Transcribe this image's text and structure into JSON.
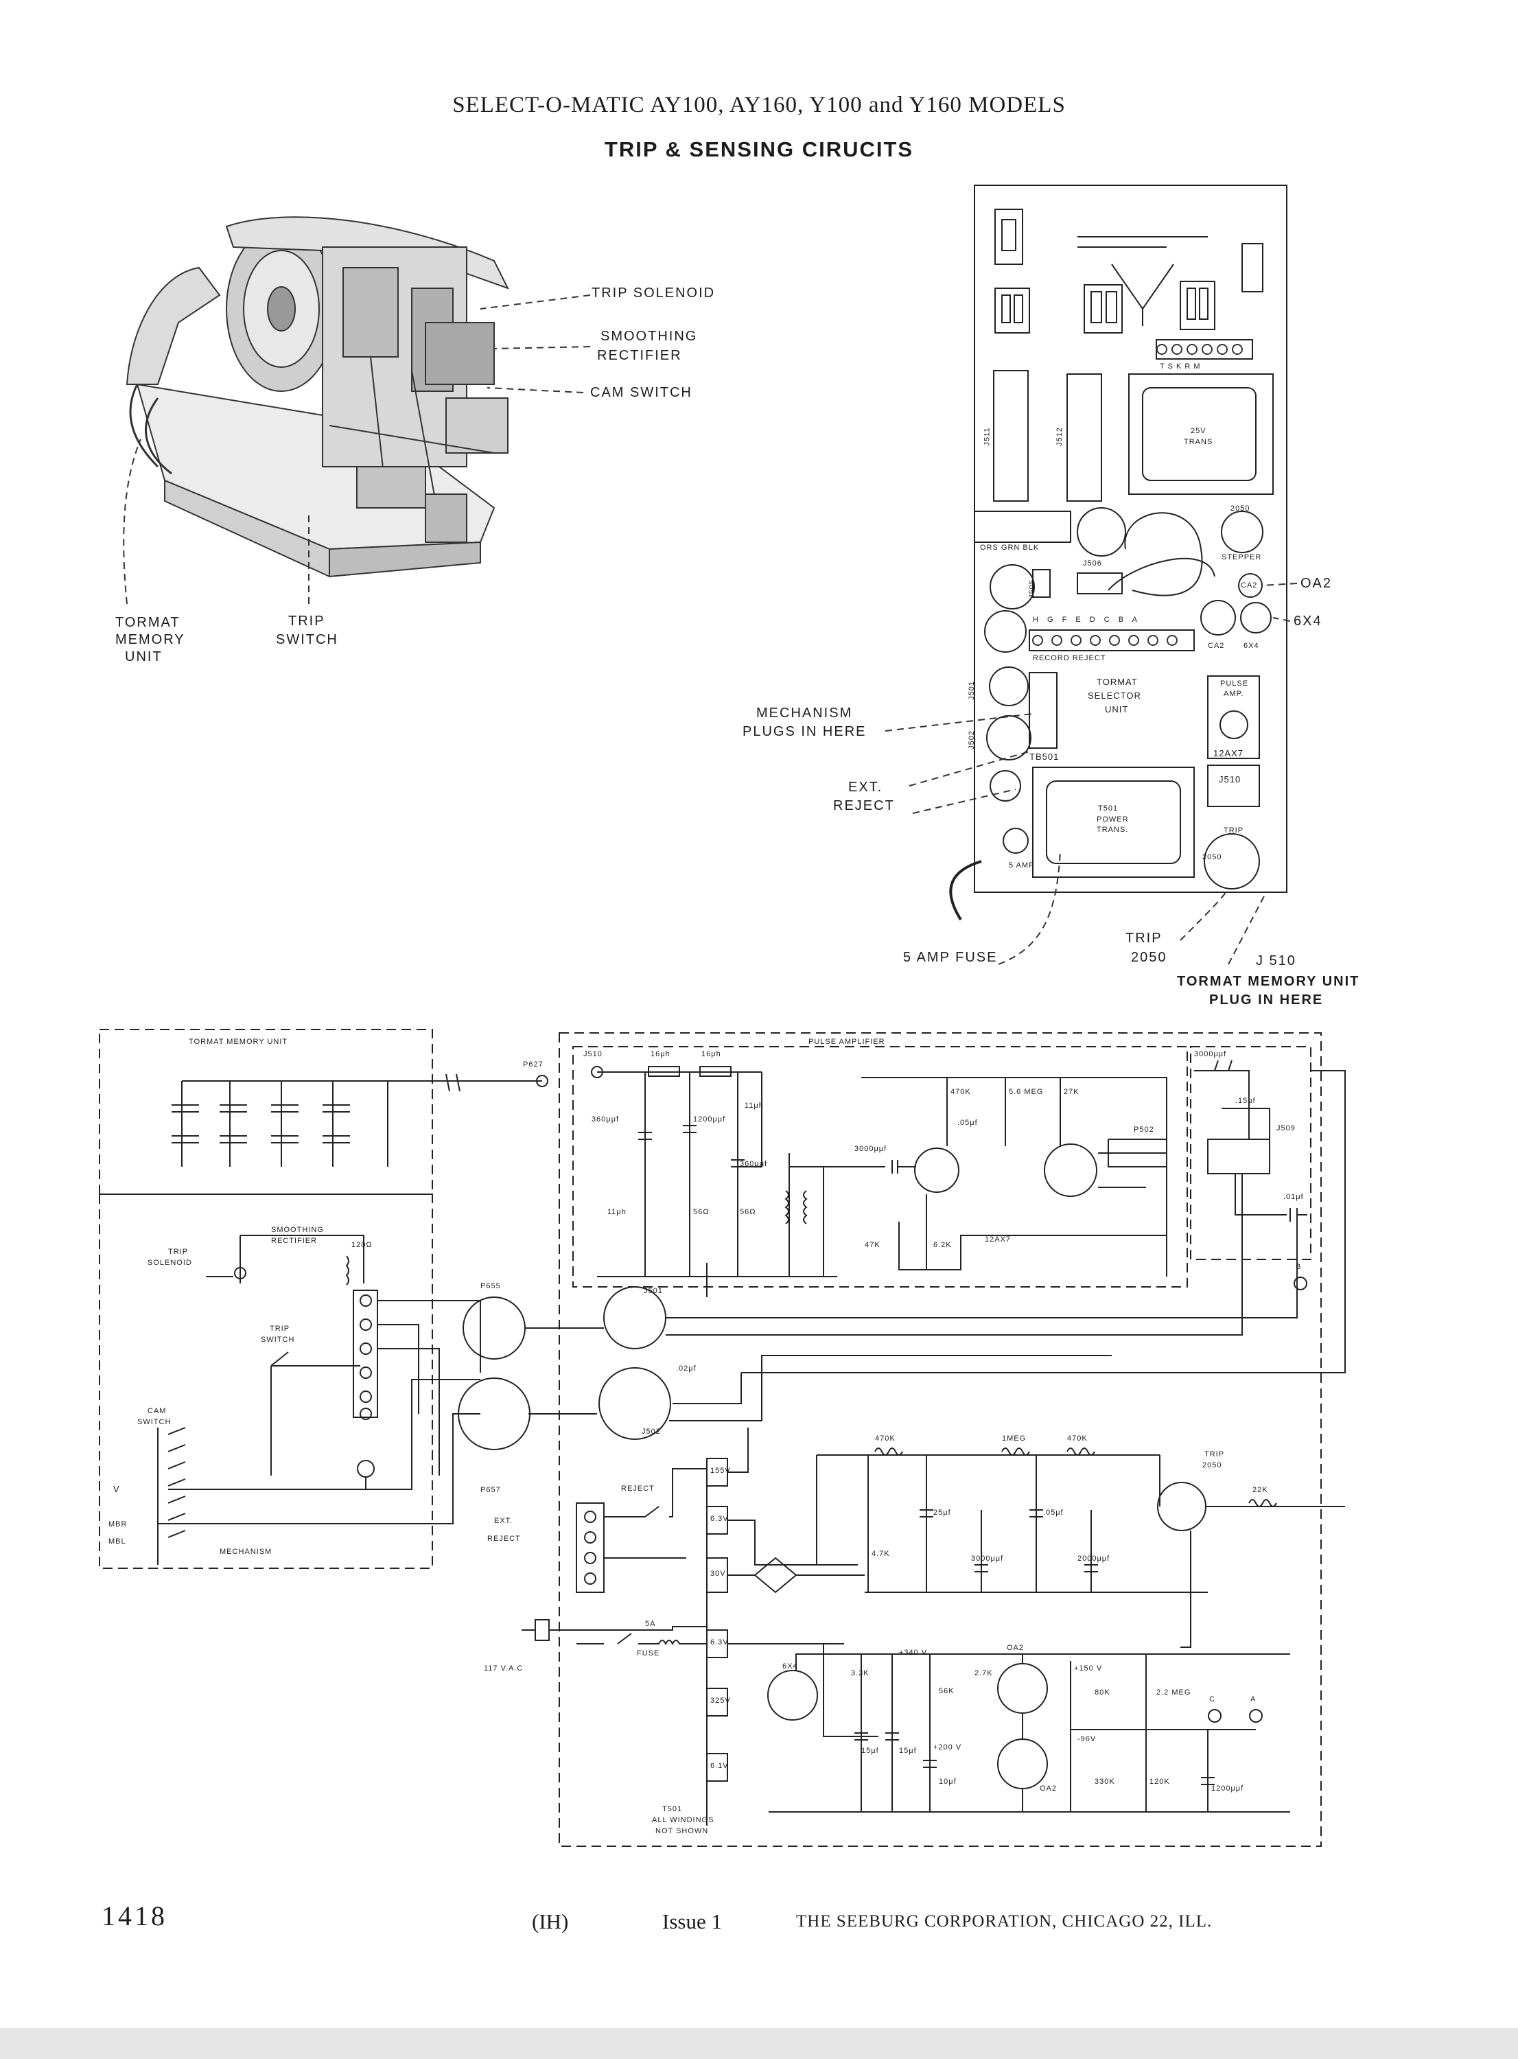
{
  "header": {
    "title": "SELECT-O-MATIC AY100, AY160, Y100 and Y160 MODELS",
    "subtitle": "TRIP & SENSING CIRUCITS"
  },
  "photo_callouts": {
    "trip_solenoid": "TRIP SOLENOID",
    "smoothing_rectifier_1": "SMOOTHING",
    "smoothing_rectifier_2": "RECTIFIER",
    "cam_switch": "CAM SWITCH",
    "tormat_1": "TORMAT",
    "tormat_2": "MEMORY",
    "tormat_3": "UNIT",
    "trip_switch_1": "TRIP",
    "trip_switch_2": "SWITCH"
  },
  "chassis_callouts": {
    "oa2": "OA2",
    "six_x4": "6X4",
    "mechanism_1": "MECHANISM",
    "mechanism_2": "PLUGS IN HERE",
    "ext": "EXT.",
    "reject": "REJECT",
    "fuse": "5 AMP FUSE",
    "trip": "TRIP",
    "trip_num": "2050",
    "j510": "J 510",
    "tormat_plug_1": "TORMAT MEMORY UNIT",
    "tormat_plug_2": "PLUG IN HERE"
  },
  "chassis_labels": {
    "terminal_letters": "T S K R M",
    "j511": "J511",
    "j512": "J512",
    "trans25": "25V",
    "trans25b": "TRANS",
    "stepper_num": "2050",
    "stepper": "STEPPER",
    "ca2": "CA2",
    "ca2b": "CA2",
    "six_x4_small": "6X4",
    "j505": "J505",
    "j506": "J506",
    "strip_letters": "H G F E D C B A",
    "record_reject": "RECORD REJECT",
    "j501": "J501",
    "j502": "J502",
    "tormat_sel_1": "TORMAT",
    "tormat_sel_2": "SELECTOR",
    "tormat_sel_3": "UNIT",
    "tb501": "TB501",
    "pulse_amp_1": "PULSE",
    "pulse_amp_2": "AMP.",
    "tube_12ax7": "12AX7",
    "j510_small": "J510",
    "t501": "T501",
    "t501b": "POWER",
    "t501c": "TRANS.",
    "fuse_small": "5 AMP",
    "trip_small": "TRIP",
    "trip_small_num": "2050",
    "ors": "ORS GRN BLK"
  },
  "schematic": {
    "tormat_memory_unit": "TORMAT MEMORY UNIT",
    "p627": "P627",
    "j510": "J510",
    "ind1": "16μh",
    "ind2": "16μh",
    "ind3": "11μh",
    "ind4": "11μh",
    "pulse_amplifier": "PULSE AMPLIFIER",
    "c360a": "360μμf",
    "c1200": "1200μμf",
    "c360b": "360μμf",
    "r56a": "56Ω",
    "r56b": "56Ω",
    "c3000": "3000μμf",
    "r470": "470K",
    "r58": "5.6 MEG",
    "r27": "27K",
    "c05": ".05μf",
    "p502": "P502",
    "r47": "47K",
    "r62": "6.2K",
    "tube12": "12AX7",
    "c3000r": "3000μμf",
    "c15": ".15μf",
    "j509": "J509",
    "c01": ".01μf",
    "b_term": "B",
    "trip_solenoid_1": "TRIP",
    "trip_solenoid_2": "SOLENOID",
    "smooth_1": "SMOOTHING",
    "smooth_2": "RECTIFIER",
    "r120": "120Ω",
    "trip_switch_1": "TRIP",
    "trip_switch_2": "SWITCH",
    "cam_1": "CAM",
    "cam_2": "SWITCH",
    "v": "V",
    "mbr": "MBR",
    "mbl": "MBL",
    "mechanism": "MECHANISM",
    "p655": "P655",
    "p657": "P657",
    "j501": "J501",
    "j502": "J502",
    "c02": ".02μf",
    "reject": "REJECT",
    "ext_1": "EXT.",
    "ext_2": "REJECT",
    "v155": "155V",
    "v63a": "6.3V",
    "v30": "30V",
    "v63b": "6.3V",
    "v325": "325V",
    "v61": "6.1V",
    "fuse_1": "5A",
    "fuse_2": "FUSE",
    "vac": "117 V.A.C",
    "r470b": "470K",
    "r1meg": "1MEG",
    "r470c": "470K",
    "c25": "25μf",
    "c05b": ".05μf",
    "r4k7": "4.7K",
    "c3000c": "3000μμf",
    "c2000": "2000μμf",
    "trip_1": "TRIP",
    "trip_2": "2050",
    "r22": "22K",
    "tube_6x4": "6X4",
    "r33": "3.3K",
    "r27k": "2.7K",
    "v340": "+340 V",
    "oa2a": "OA2",
    "r56k": "56K",
    "v150": "+150 V",
    "r80": "80K",
    "r22m": "2.2 MEG",
    "c15a": "15μf",
    "c15b": "15μf",
    "v200": "+200 V",
    "c10": "10μf",
    "v96": "-96V",
    "r330": "330K",
    "r120k": "120K",
    "c1200b": "1200μμf",
    "c_term": "C",
    "a_term": "A",
    "oa2b": "OA2",
    "t501_1": "T501",
    "t501_2": "ALL WINDINGS",
    "t501_3": "NOT SHOWN"
  },
  "footer": {
    "page": "1418",
    "code": "(IH)",
    "issue": "Issue 1",
    "corp": "THE SEEBURG CORPORATION, CHICAGO 22, ILL."
  }
}
